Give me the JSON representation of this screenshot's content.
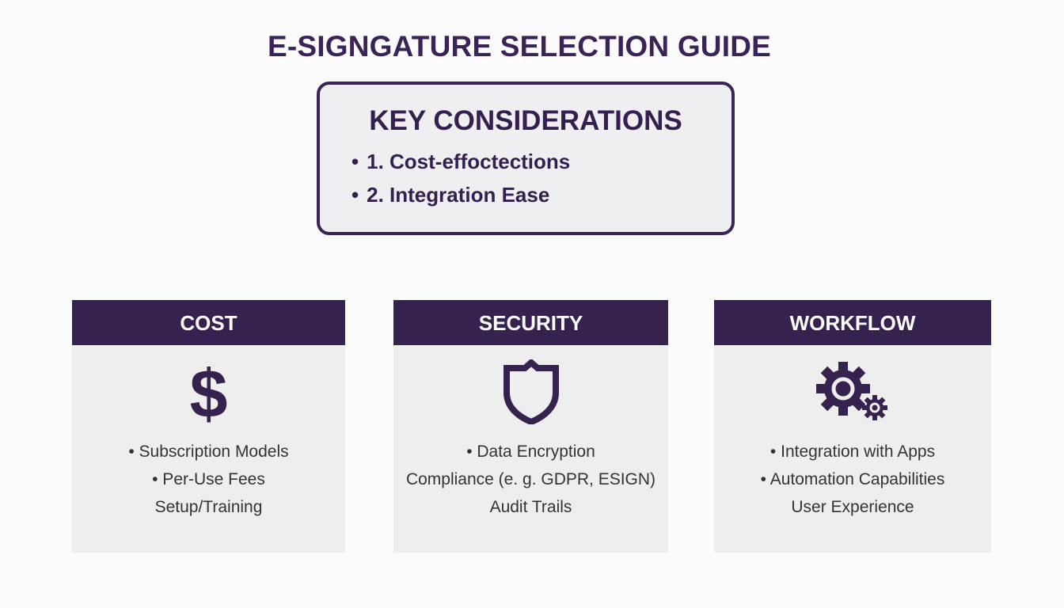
{
  "title": "E-SIGNGATURE SELECTION GUIDE",
  "key_considerations": {
    "title": "KEY CONSIDERATIONS",
    "items": [
      {
        "bullet": "•",
        "text": "1. Cost-effoctections"
      },
      {
        "bullet": "•",
        "text": "2. Integration Ease"
      }
    ]
  },
  "cards": [
    {
      "header": "COST",
      "icon": "dollar-icon",
      "icon_glyph": "$",
      "lines": [
        "• Subscription Models",
        "• Per-Use Fees",
        "Setup/Training"
      ]
    },
    {
      "header": "SECURITY",
      "icon": "shield-icon",
      "lines": [
        "• Data Encryption",
        "Compliance (e. g. GDPR, ESIGN)",
        "Audit Trails"
      ]
    },
    {
      "header": "WORKFLOW",
      "icon": "gears-icon",
      "lines": [
        "• Integration with Apps",
        "• Automation Capabilities",
        "User Experience"
      ]
    }
  ],
  "colors": {
    "primary": "#35224f",
    "card_bg": "#eeeeee",
    "body_text": "#333333",
    "background": "#fbfbfb"
  }
}
